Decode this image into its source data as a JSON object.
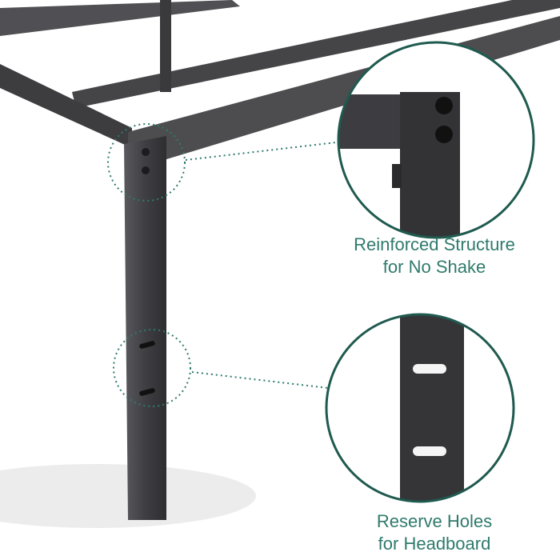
{
  "callouts": [
    {
      "line1": "Reinforced Structure",
      "line2": "for No Shake"
    },
    {
      "line1": "Reserve Holes",
      "line2": "for Headboard"
    }
  ],
  "colors": {
    "accent": "#2f7a6c",
    "circle": "#1f5a4f",
    "metal": "#4a4a4d"
  }
}
